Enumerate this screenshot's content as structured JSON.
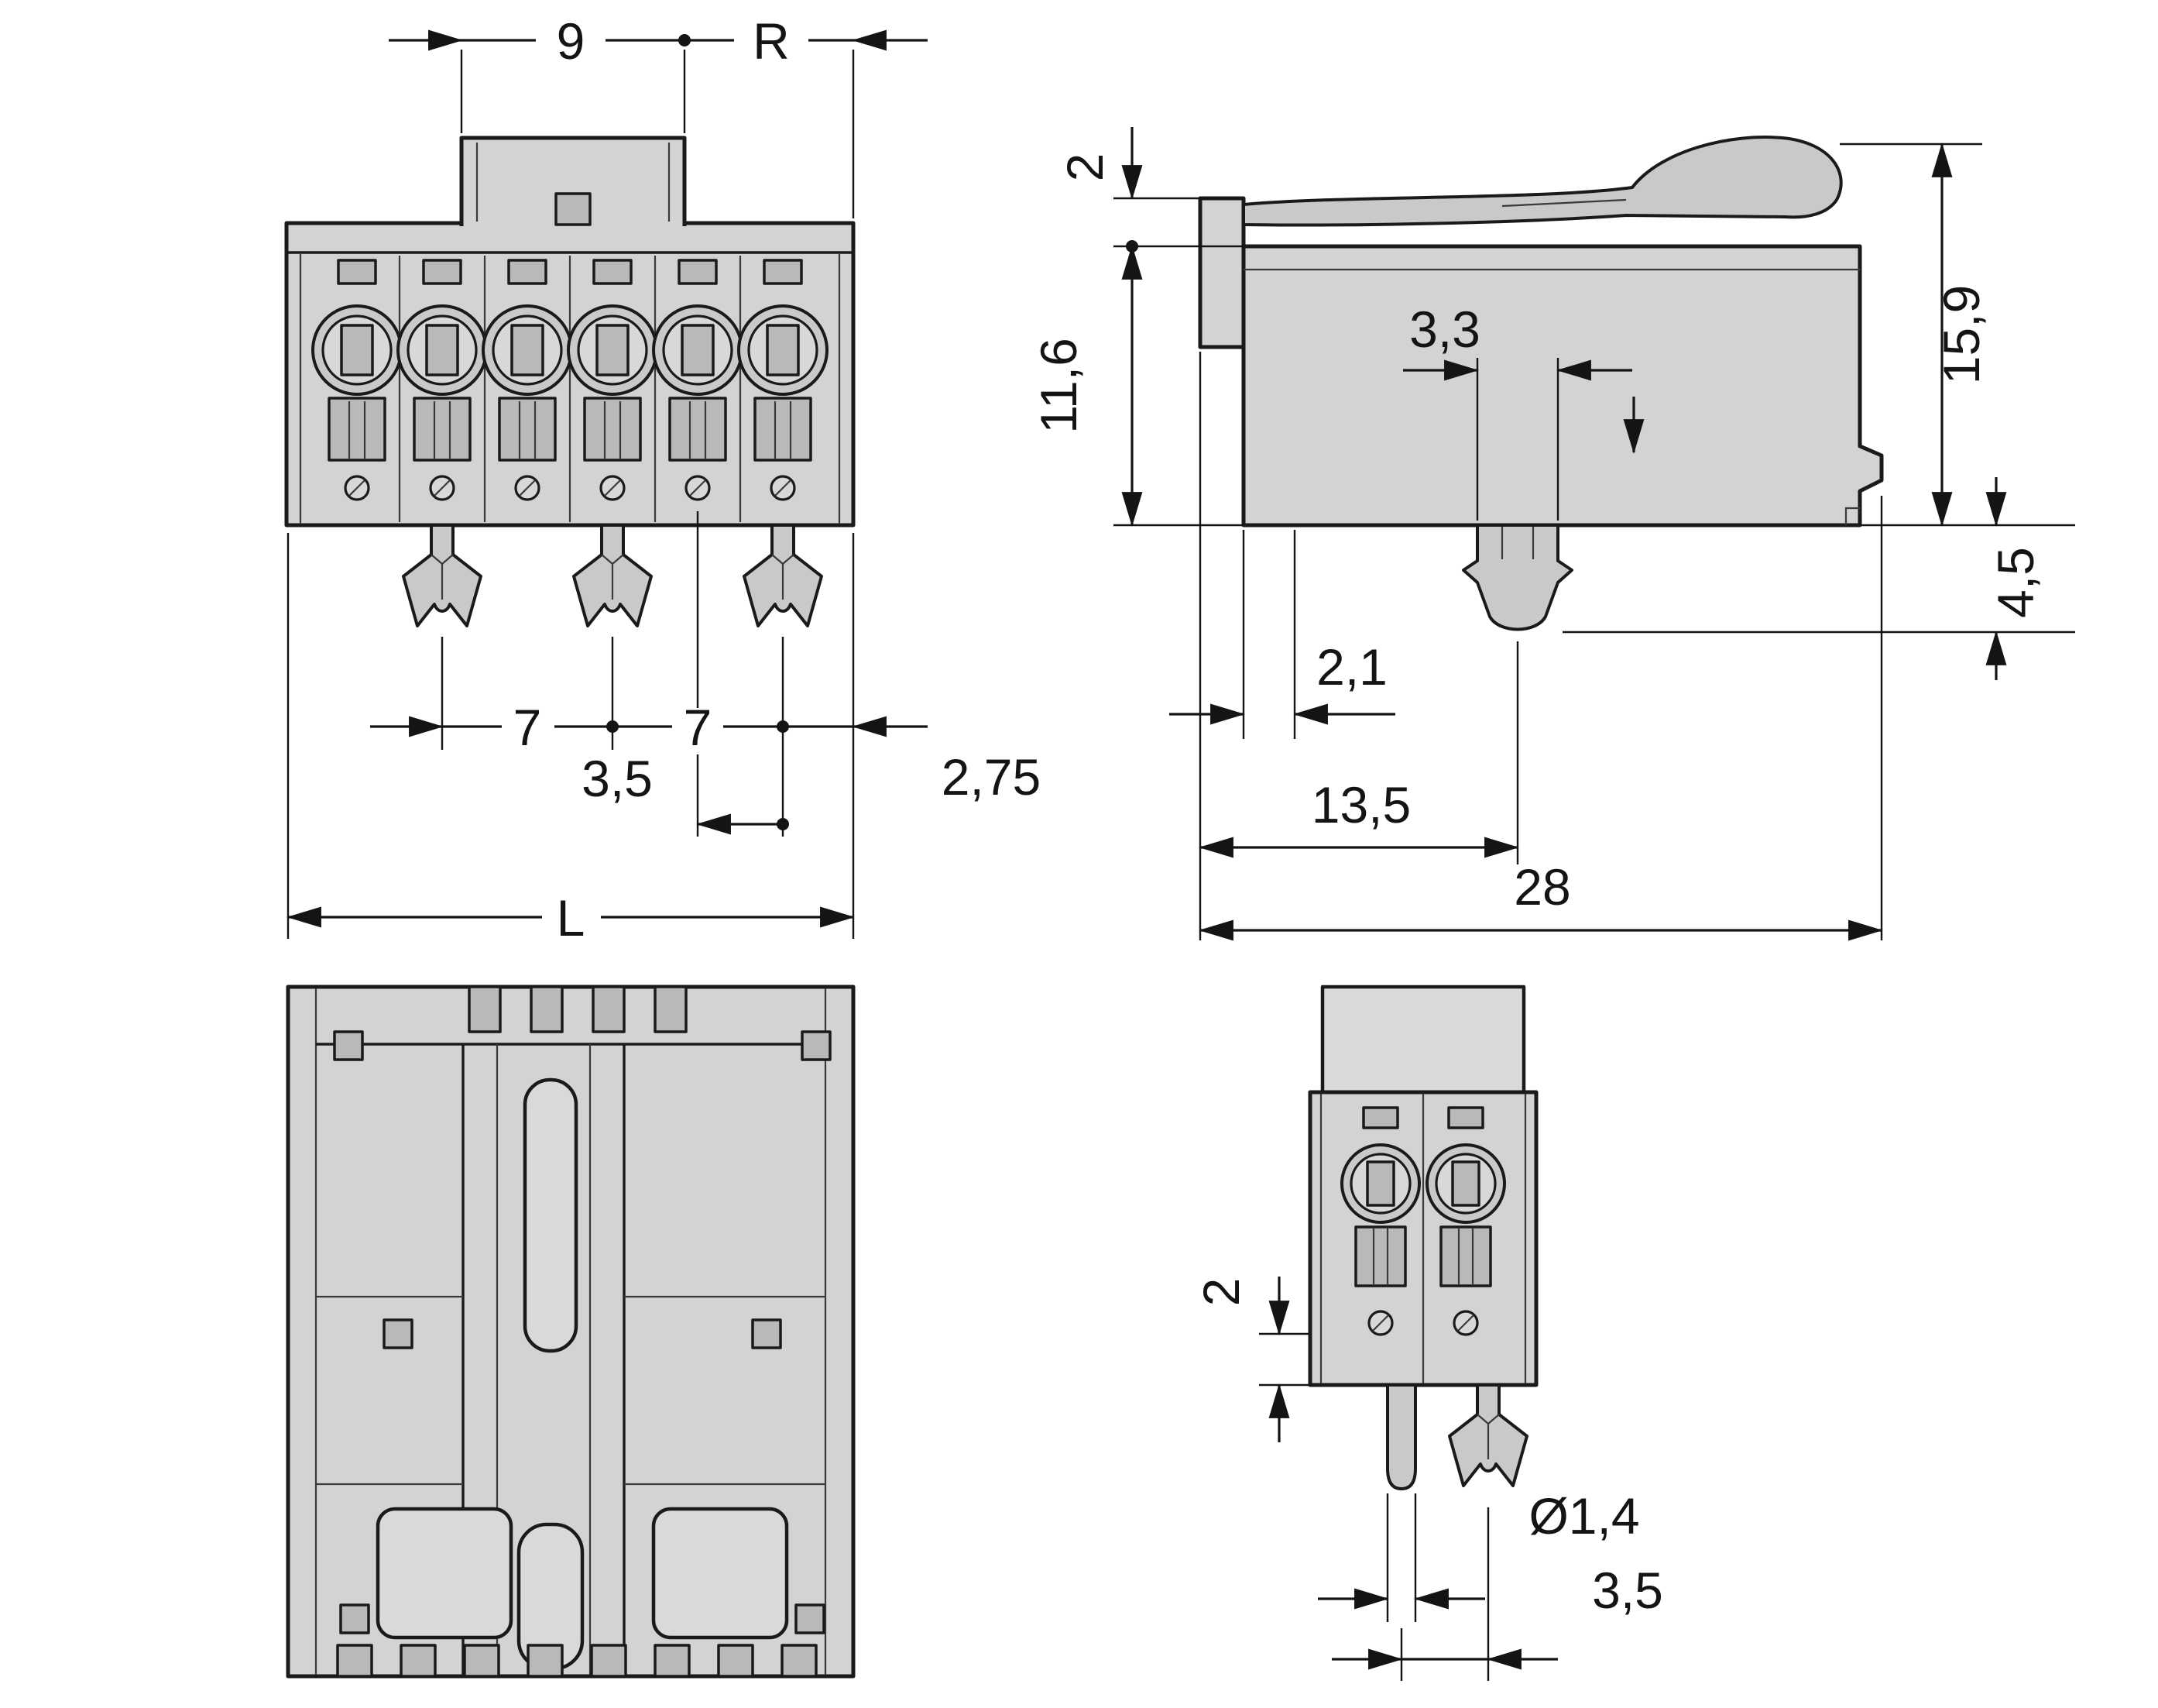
{
  "dims": {
    "front": {
      "tab_width": "9",
      "ref": "R",
      "pitch_left": "7",
      "pitch_right": "7",
      "pitch_half": "3,5",
      "edge_offset": "2,75",
      "total_length": "L"
    },
    "side": {
      "lever_step": "2",
      "body_height": "11,6",
      "peg_width": "3,3",
      "total_height": "15,9",
      "peg_length": "4,5",
      "wall_offset": "2,1",
      "peg_position": "13,5",
      "total_depth": "28"
    },
    "end": {
      "pin_step": "2",
      "pin_diameter": "Ø1,4",
      "pin_pitch": "3,5"
    }
  }
}
